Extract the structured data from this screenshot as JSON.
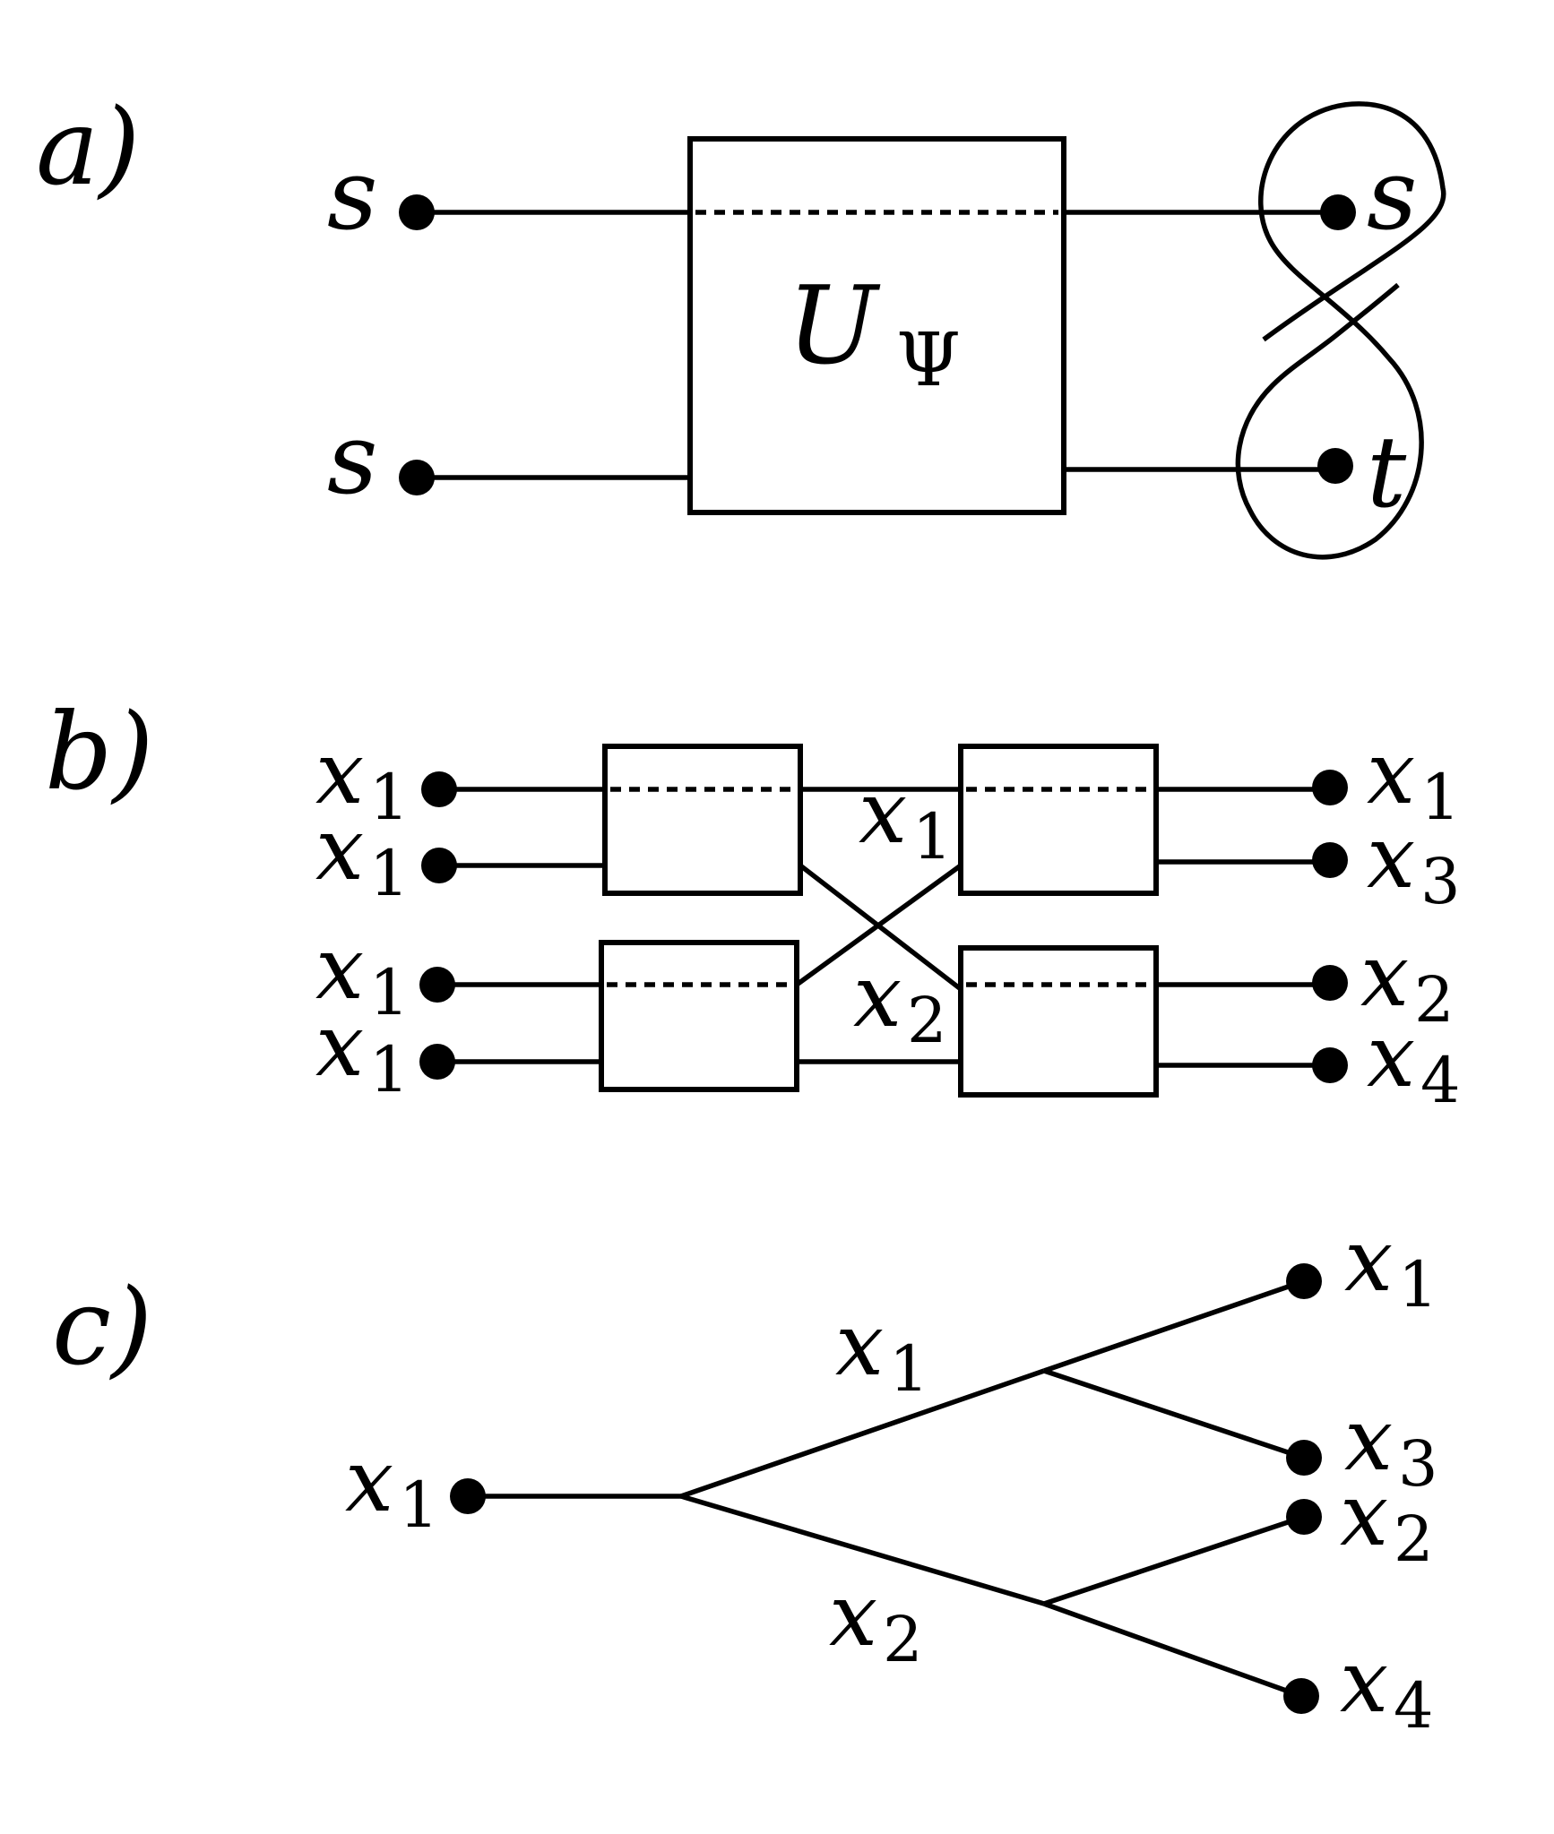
{
  "panels": {
    "a": {
      "label": "a)",
      "left_labels": [
        "s",
        "s"
      ],
      "gate": {
        "symbol": "U",
        "subscript": "Ψ"
      },
      "right_labels": [
        "s",
        "t"
      ]
    },
    "b": {
      "label": "b)",
      "left_labels": [
        {
          "v": "x",
          "sub": "1"
        },
        {
          "v": "x",
          "sub": "1"
        },
        {
          "v": "x",
          "sub": "1"
        },
        {
          "v": "x",
          "sub": "1"
        }
      ],
      "middle_labels": [
        {
          "v": "x",
          "sub": "1"
        },
        {
          "v": "x",
          "sub": "2"
        }
      ],
      "right_labels": [
        {
          "v": "x",
          "sub": "1"
        },
        {
          "v": "x",
          "sub": "3"
        },
        {
          "v": "x",
          "sub": "2"
        },
        {
          "v": "x",
          "sub": "4"
        }
      ]
    },
    "c": {
      "label": "c)",
      "root_label": {
        "v": "x",
        "sub": "1"
      },
      "branch_labels": [
        {
          "v": "x",
          "sub": "1"
        },
        {
          "v": "x",
          "sub": "2"
        }
      ],
      "leaf_labels": [
        {
          "v": "x",
          "sub": "1"
        },
        {
          "v": "x",
          "sub": "3"
        },
        {
          "v": "x",
          "sub": "2"
        },
        {
          "v": "x",
          "sub": "4"
        }
      ]
    }
  }
}
